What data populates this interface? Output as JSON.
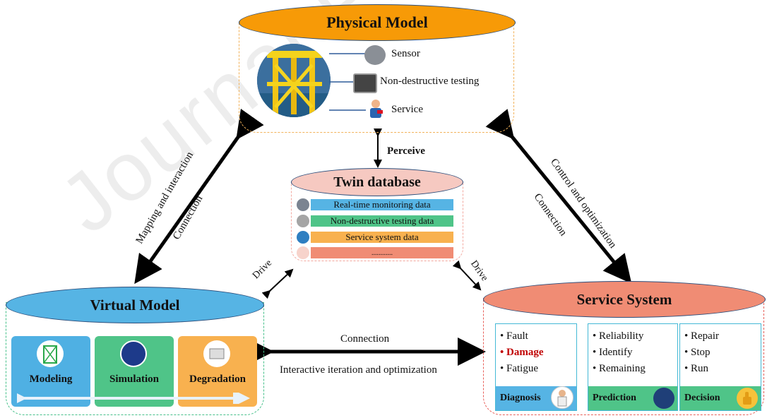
{
  "watermark": "Journal Pre-proof",
  "physical": {
    "title": "Physical Model",
    "items": [
      "Sensor",
      "Non-destructive testing",
      "Service"
    ]
  },
  "perceive": "Perceive",
  "twin": {
    "title": "Twin database",
    "rows": [
      "Real-time monitoring data",
      "Non-destructive testing data",
      "Service system data",
      "............"
    ]
  },
  "virtual": {
    "title": "Virtual Model",
    "cards": [
      "Modeling",
      "Simulation",
      "Degradation"
    ]
  },
  "service": {
    "title": "Service System",
    "boxes": [
      {
        "items": [
          "• Fault",
          "• Damage",
          "• Fatigue"
        ],
        "footer": "Diagnosis"
      },
      {
        "items": [
          "• Reliability",
          "• Identify",
          "• Remaining"
        ],
        "footer": "Prediction"
      },
      {
        "items": [
          "• Repair",
          "• Stop",
          "• Run"
        ],
        "footer": "Decision"
      }
    ]
  },
  "edges": {
    "left_a": "Mapping and interaction",
    "left_b": "Connection",
    "right_a": "Control and optimization",
    "right_b": "Connection",
    "drive_left": "Drive",
    "drive_right": "Drive",
    "bottom_a": "Connection",
    "bottom_b": "Interactive iteration and optimization"
  },
  "colors": {
    "physical": "#f79a07",
    "twin": "#f6c9c1",
    "virtual": "#56b4e4",
    "service": "#f08c74",
    "row_blue": "#56b4e4",
    "row_green": "#4fc488",
    "row_orange": "#f8b14f",
    "row_salmon": "#f08c74",
    "damage": "#c00000"
  }
}
